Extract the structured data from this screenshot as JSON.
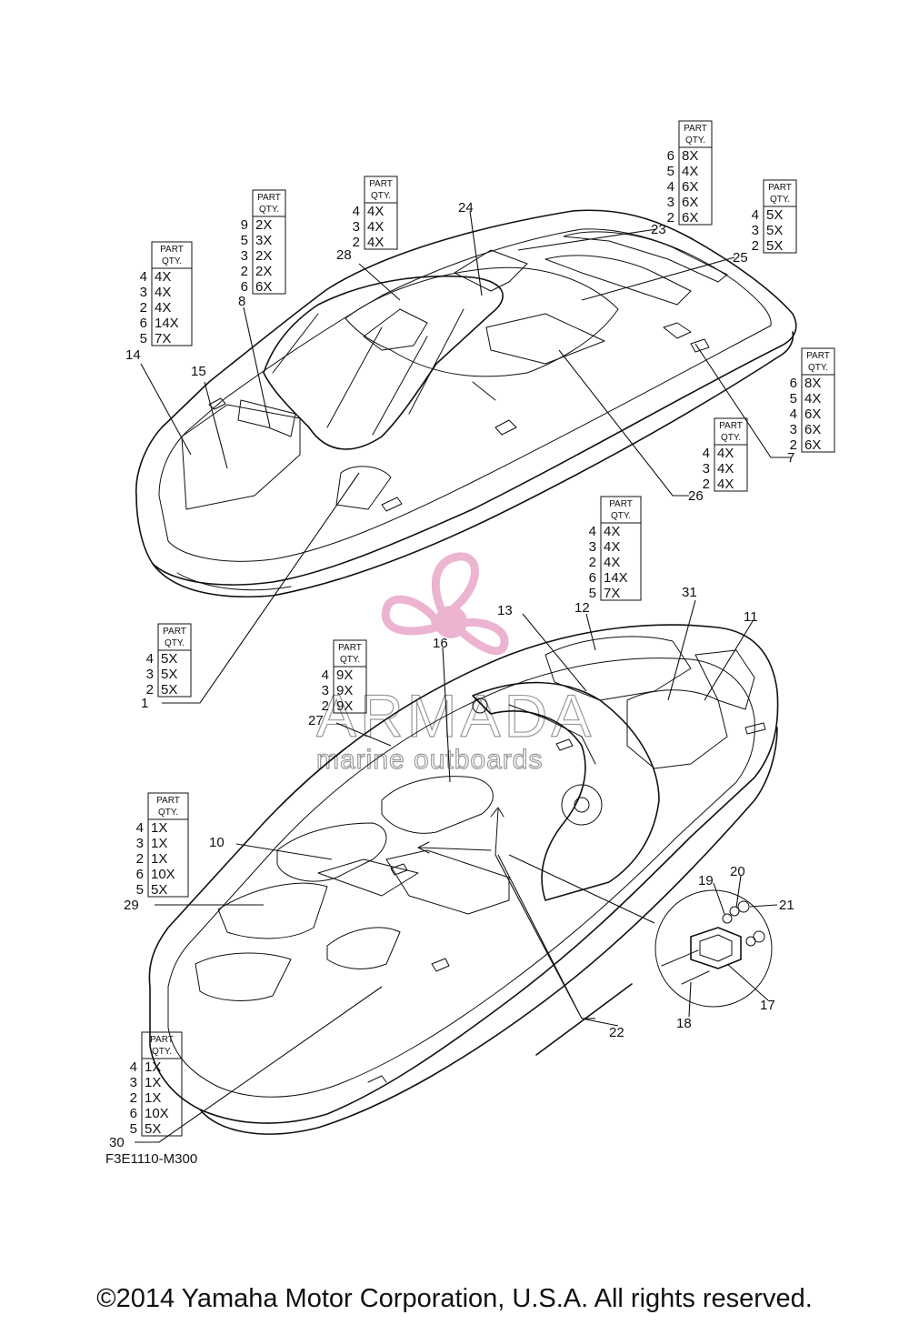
{
  "diagram_code": "F3E1110-M300",
  "copyright": "©2014 Yamaha Motor Corporation, U.S.A. All rights reserved.",
  "watermark": {
    "brand": "ARMADA",
    "tagline": "marine outboards",
    "logo_color": "#e9a8c8"
  },
  "table_header": [
    "PART",
    "QTY."
  ],
  "callouts": [
    "1",
    "7",
    "8",
    "10",
    "11",
    "12",
    "13",
    "14",
    "15",
    "16",
    "17",
    "18",
    "19",
    "20",
    "21",
    "22",
    "23",
    "24",
    "25",
    "26",
    "27",
    "28",
    "29",
    "30",
    "31"
  ],
  "qty_tables": [
    {
      "id": "t-top-right",
      "rows": [
        [
          "6",
          "8X"
        ],
        [
          "5",
          "4X"
        ],
        [
          "4",
          "6X"
        ],
        [
          "3",
          "6X"
        ],
        [
          "2",
          "6X"
        ]
      ]
    },
    {
      "id": "t-right-upper",
      "rows": [
        [
          "4",
          "5X"
        ],
        [
          "3",
          "5X"
        ],
        [
          "2",
          "5X"
        ]
      ]
    },
    {
      "id": "t-mid-top",
      "rows": [
        [
          "4",
          "4X"
        ],
        [
          "3",
          "4X"
        ],
        [
          "2",
          "4X"
        ]
      ]
    },
    {
      "id": "t-left-9",
      "rows": [
        [
          "9",
          "2X"
        ],
        [
          "5",
          "3X"
        ],
        [
          "3",
          "2X"
        ],
        [
          "2",
          "2X"
        ],
        [
          "6",
          "6X"
        ]
      ]
    },
    {
      "id": "t-left-14",
      "rows": [
        [
          "4",
          "4X"
        ],
        [
          "3",
          "4X"
        ],
        [
          "2",
          "4X"
        ],
        [
          "6",
          "14X"
        ],
        [
          "5",
          "7X"
        ]
      ]
    },
    {
      "id": "t-right-7",
      "rows": [
        [
          "6",
          "8X"
        ],
        [
          "5",
          "4X"
        ],
        [
          "4",
          "6X"
        ],
        [
          "3",
          "6X"
        ],
        [
          "2",
          "6X"
        ]
      ]
    },
    {
      "id": "t-right-26",
      "rows": [
        [
          "4",
          "4X"
        ],
        [
          "3",
          "4X"
        ],
        [
          "2",
          "4X"
        ]
      ]
    },
    {
      "id": "t-center",
      "rows": [
        [
          "4",
          "4X"
        ],
        [
          "3",
          "4X"
        ],
        [
          "2",
          "4X"
        ],
        [
          "6",
          "14X"
        ],
        [
          "5",
          "7X"
        ]
      ]
    },
    {
      "id": "t-left-1",
      "rows": [
        [
          "4",
          "5X"
        ],
        [
          "3",
          "5X"
        ],
        [
          "2",
          "5X"
        ]
      ]
    },
    {
      "id": "t-mid-27",
      "rows": [
        [
          "4",
          "9X"
        ],
        [
          "3",
          "9X"
        ],
        [
          "2",
          "9X"
        ]
      ]
    },
    {
      "id": "t-left-29",
      "rows": [
        [
          "4",
          "1X"
        ],
        [
          "3",
          "1X"
        ],
        [
          "2",
          "1X"
        ],
        [
          "6",
          "10X"
        ],
        [
          "5",
          "5X"
        ]
      ]
    },
    {
      "id": "t-left-30",
      "rows": [
        [
          "4",
          "1X"
        ],
        [
          "3",
          "1X"
        ],
        [
          "2",
          "1X"
        ],
        [
          "6",
          "10X"
        ],
        [
          "5",
          "5X"
        ]
      ]
    }
  ]
}
